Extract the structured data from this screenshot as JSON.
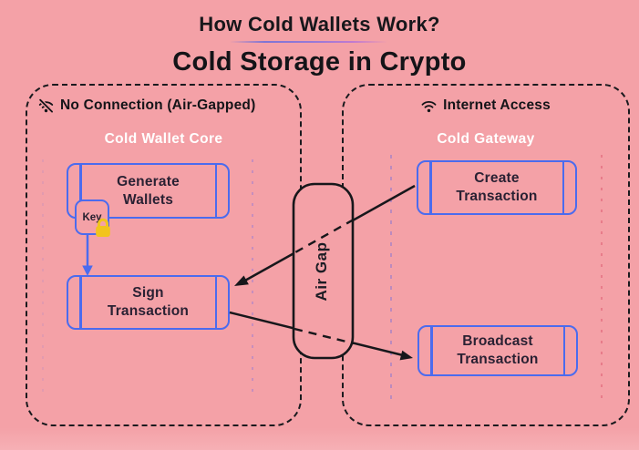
{
  "title": {
    "main": "How Cold Wallets Work?",
    "sub": "Cold Storage in Crypto"
  },
  "left_panel": {
    "header": "No Connection (Air-Gapped)",
    "header_icon": "wifi-off-icon",
    "subgraph_title": "Cold Wallet Core",
    "nodes": {
      "generate": {
        "line1": "Generate",
        "line2": "Wallets"
      },
      "key": {
        "label": "Key",
        "lock_icon": "padlock-icon"
      },
      "sign": {
        "line1": "Sign",
        "line2": "Transaction"
      }
    }
  },
  "right_panel": {
    "header": "Internet Access",
    "header_icon": "wifi-icon",
    "subgraph_title": "Cold Gateway",
    "nodes": {
      "create": {
        "line1": "Create",
        "line2": "Transaction"
      },
      "broadcast": {
        "line1": "Broadcast",
        "line2": "Transaction"
      }
    }
  },
  "air_gap": {
    "label": "Air Gap"
  },
  "colors": {
    "background": "#f4a1a7",
    "node_border_blue": "#4b6bee",
    "ink_black": "#17171b",
    "node_text": "#2a2133",
    "white_text": "#ffffff",
    "lock_yellow": "#f2c41d",
    "underline_purple": "#8d7bd8"
  }
}
